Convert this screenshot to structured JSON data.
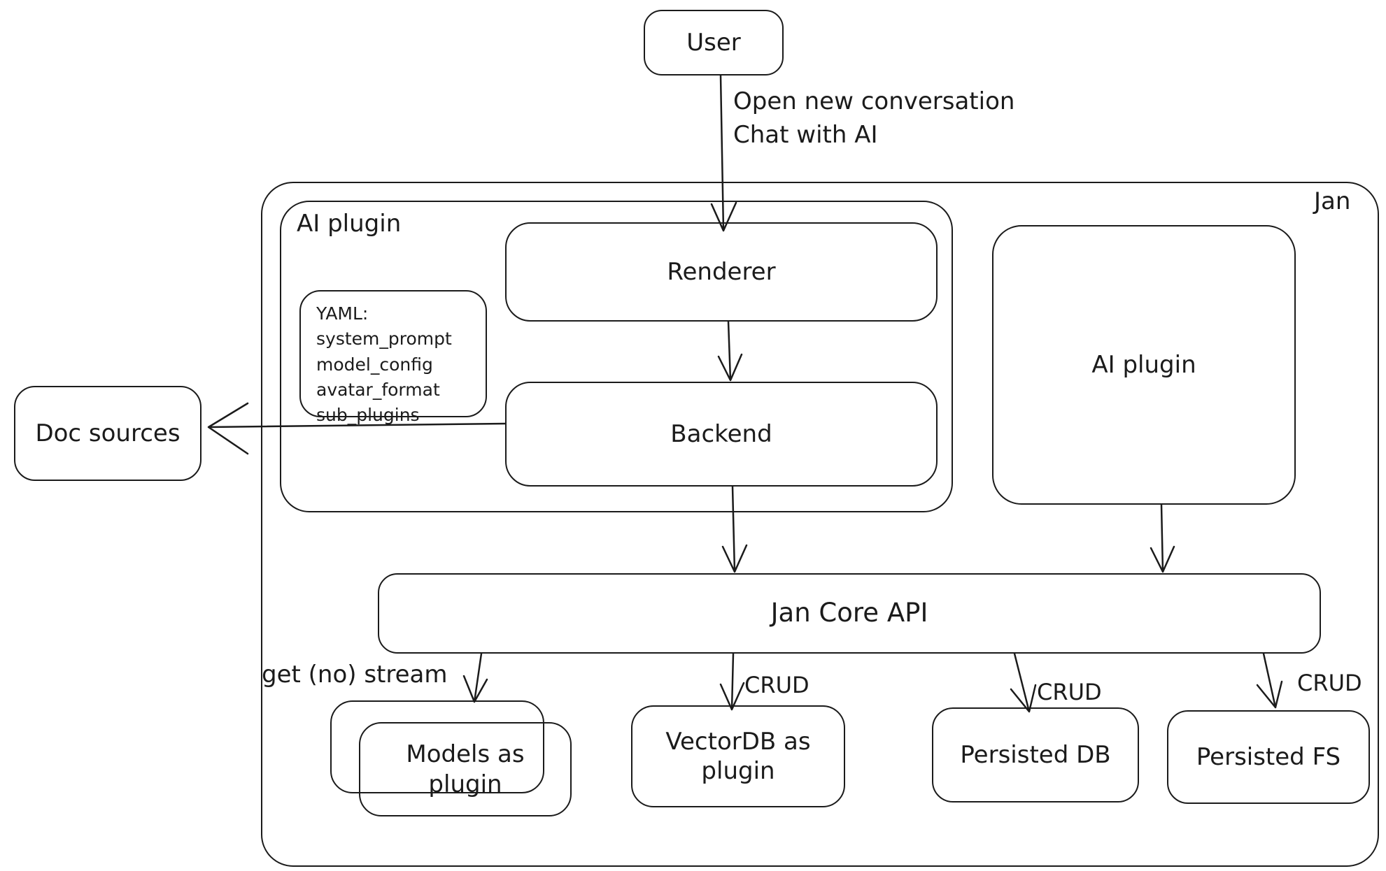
{
  "title": "Jan architecture sketch diagram",
  "colors": {
    "stroke": "#1b1b1b",
    "canvas_bg": "#ffffff"
  },
  "nodes": {
    "user": {
      "label": "User"
    },
    "jan_container": {
      "label": "Jan"
    },
    "ai_plugin_container": {
      "label": "AI plugin"
    },
    "renderer": {
      "label": "Renderer"
    },
    "yaml_note": {
      "lines": [
        "YAML:",
        "system_prompt",
        "model_config",
        "avatar_format",
        "sub_plugins"
      ]
    },
    "backend": {
      "label": "Backend"
    },
    "ai_plugin_right": {
      "label": "AI plugin"
    },
    "doc_sources": {
      "label": "Doc sources"
    },
    "jan_core_api": {
      "label": "Jan Core API"
    },
    "models_as_plugin": {
      "label": "Models as plugin"
    },
    "vectordb_as_plugin": {
      "label": "VectorDB as plugin"
    },
    "persisted_db": {
      "label": "Persisted DB"
    },
    "persisted_fs": {
      "label": "Persisted FS"
    }
  },
  "edge_labels": {
    "user_open": "Open new conversation",
    "user_chat": "Chat with AI",
    "get_no_stream": "get (no) stream",
    "crud_vectordb": "CRUD",
    "crud_persisted_db": "CRUD",
    "crud_persisted_fs": "CRUD"
  }
}
